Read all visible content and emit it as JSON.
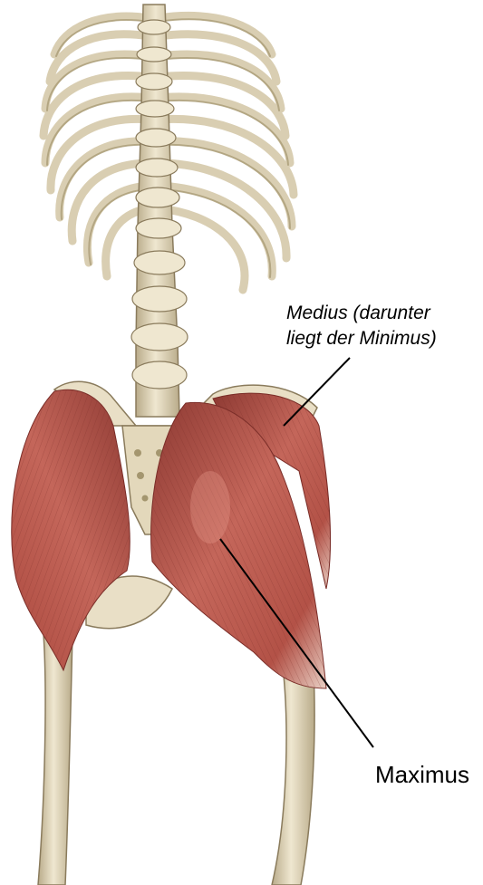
{
  "image": {
    "subject": "posterior view of lower spine, pelvis and gluteal muscles",
    "colors": {
      "bone": "#e9dfc6",
      "bone_shadow": "#b9ab8a",
      "bone_dark": "#8a7b5c",
      "muscle": "#b8574c",
      "muscle_dark": "#8e3a33",
      "muscle_light": "#e2a29a",
      "line": "#000000"
    }
  },
  "labels": {
    "medius_line1": "Medius (darunter",
    "medius_line2": "liegt der Minimus)",
    "maximus": "Maximus"
  }
}
